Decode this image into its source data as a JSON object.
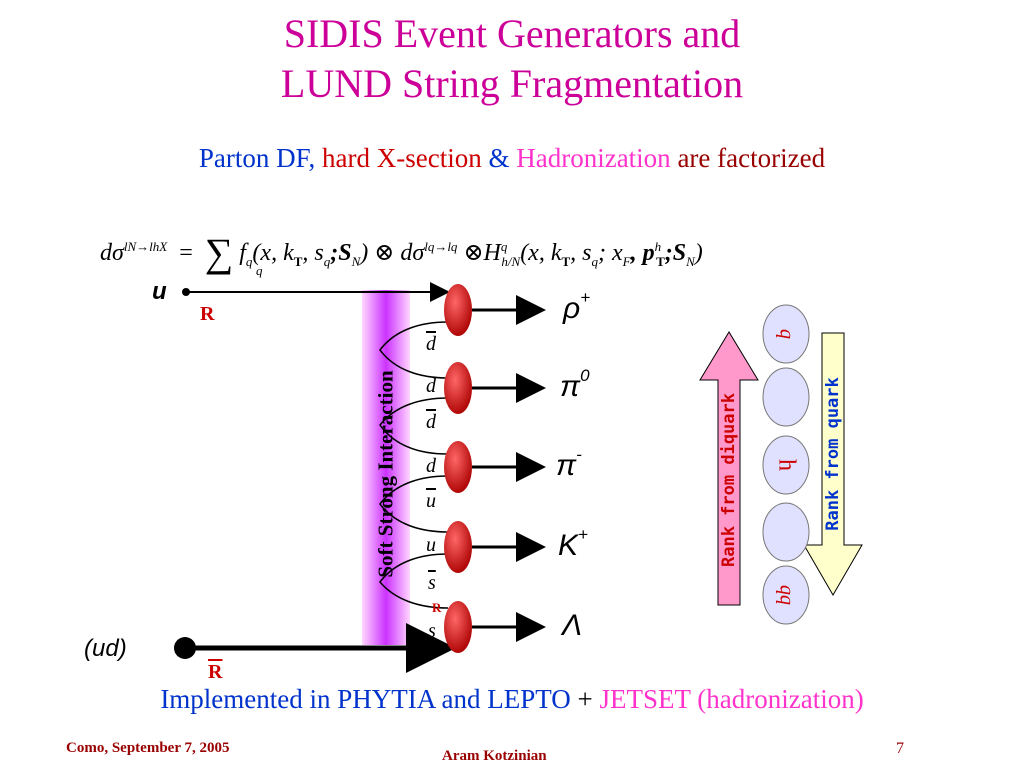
{
  "title_line1": "SIDIS Event Generators and",
  "title_line2": "LUND String Fragmentation",
  "subtitle": {
    "part1": "Parton DF,",
    "part2": "hard X-section",
    "part3": "&",
    "part4": "Hadronization",
    "part5": "are factorized"
  },
  "formula": {
    "d": "d",
    "sigma": "σ",
    "sup_lhs": "lN→lhX",
    "eq": "=",
    "sum": "∑",
    "sum_sub": "q",
    "f": "f",
    "f_sub": "q",
    "args1": "(x, k",
    "kT_sub": "T",
    "s1": ", s",
    "sq_sub": "q",
    "S1": ";S",
    "SN_sub": "N",
    "close1": ")",
    "otimes": "⊗",
    "sup_mid": "lq→lq",
    "H": "H",
    "H_sup": "q",
    "H_sub": "h/N",
    "args2": "(x, k",
    "kT2_sub": "T",
    "s2": ", s",
    "sq2_sub": "q",
    "xf": "; x",
    "xF_sub": "F",
    "pT": ", p",
    "pT_sup": "h",
    "pT_sub": "T",
    "S2": ";S",
    "SN2_sub": "N",
    "close2": ")"
  },
  "diagram": {
    "quark_top": "u",
    "R_top": "R",
    "diquark": "(ud)",
    "R_bottom": "R",
    "soft_label": "Soft Strong Interaction",
    "quark_labels": [
      "d",
      "d",
      "d",
      "d",
      "u",
      "u",
      "s",
      "s"
    ],
    "R_small": "R",
    "hadrons": [
      {
        "base": "ρ",
        "sup": "+"
      },
      {
        "base": "π",
        "sup": "0"
      },
      {
        "base": "π",
        "sup": "-"
      },
      {
        "base": "K",
        "sup": "+"
      },
      {
        "base": "Λ",
        "sup": ""
      }
    ]
  },
  "rank": {
    "q": "q",
    "h": "h",
    "qq": "qq",
    "from_diquark": "Rank from diquark",
    "from_quark": "Rank from quark"
  },
  "implemented": {
    "part1": "Implemented in PHYTIA and LEPTO",
    "part2": "+",
    "part3": "JETSET (hadronization)"
  },
  "footer": {
    "left": "Como, September 7,  2005",
    "center": "Aram Kotzinian",
    "page": "7"
  },
  "colors": {
    "magenta": "#cc0099",
    "blue": "#0033cc",
    "red": "#cc0000",
    "pink": "#ff66cc",
    "arrow_pink": "#ff99cc",
    "arrow_yellow": "#ffffcc",
    "ellipse": "#e0e0ff",
    "hadron_red": "#cc0000"
  }
}
